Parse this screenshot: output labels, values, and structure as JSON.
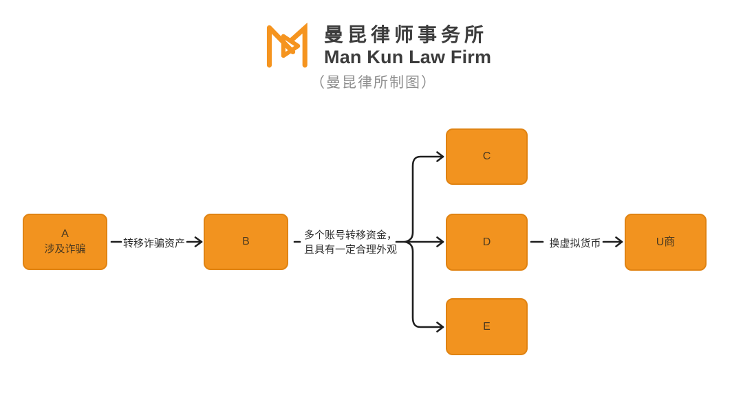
{
  "header": {
    "title_zh": "曼昆律师事务所",
    "title_en": "Man Kun Law Firm",
    "caption": "（曼昆律所制图）",
    "logo_color": "#F5941F"
  },
  "diagram": {
    "nodes": [
      {
        "id": "A",
        "label": "A",
        "sublabel": "涉及诈骗"
      },
      {
        "id": "B",
        "label": "B"
      },
      {
        "id": "C",
        "label": "C"
      },
      {
        "id": "D",
        "label": "D"
      },
      {
        "id": "E",
        "label": "E"
      },
      {
        "id": "U",
        "label": "U商"
      }
    ],
    "edges": [
      {
        "from": "A",
        "to": "B",
        "label": "转移诈骗资产"
      },
      {
        "from": "B",
        "to": "C,D,E",
        "label_line1": "多个账号转移资金，",
        "label_line2": "且具有一定合理外观"
      },
      {
        "from": "D",
        "to": "U商",
        "label": "换虚拟货币"
      }
    ],
    "colors": {
      "node_fill": "#F2931F",
      "node_border": "#E08312",
      "node_text": "#4C3A20",
      "line": "#1E1E1E",
      "label_text": "#2D2D2D"
    }
  }
}
